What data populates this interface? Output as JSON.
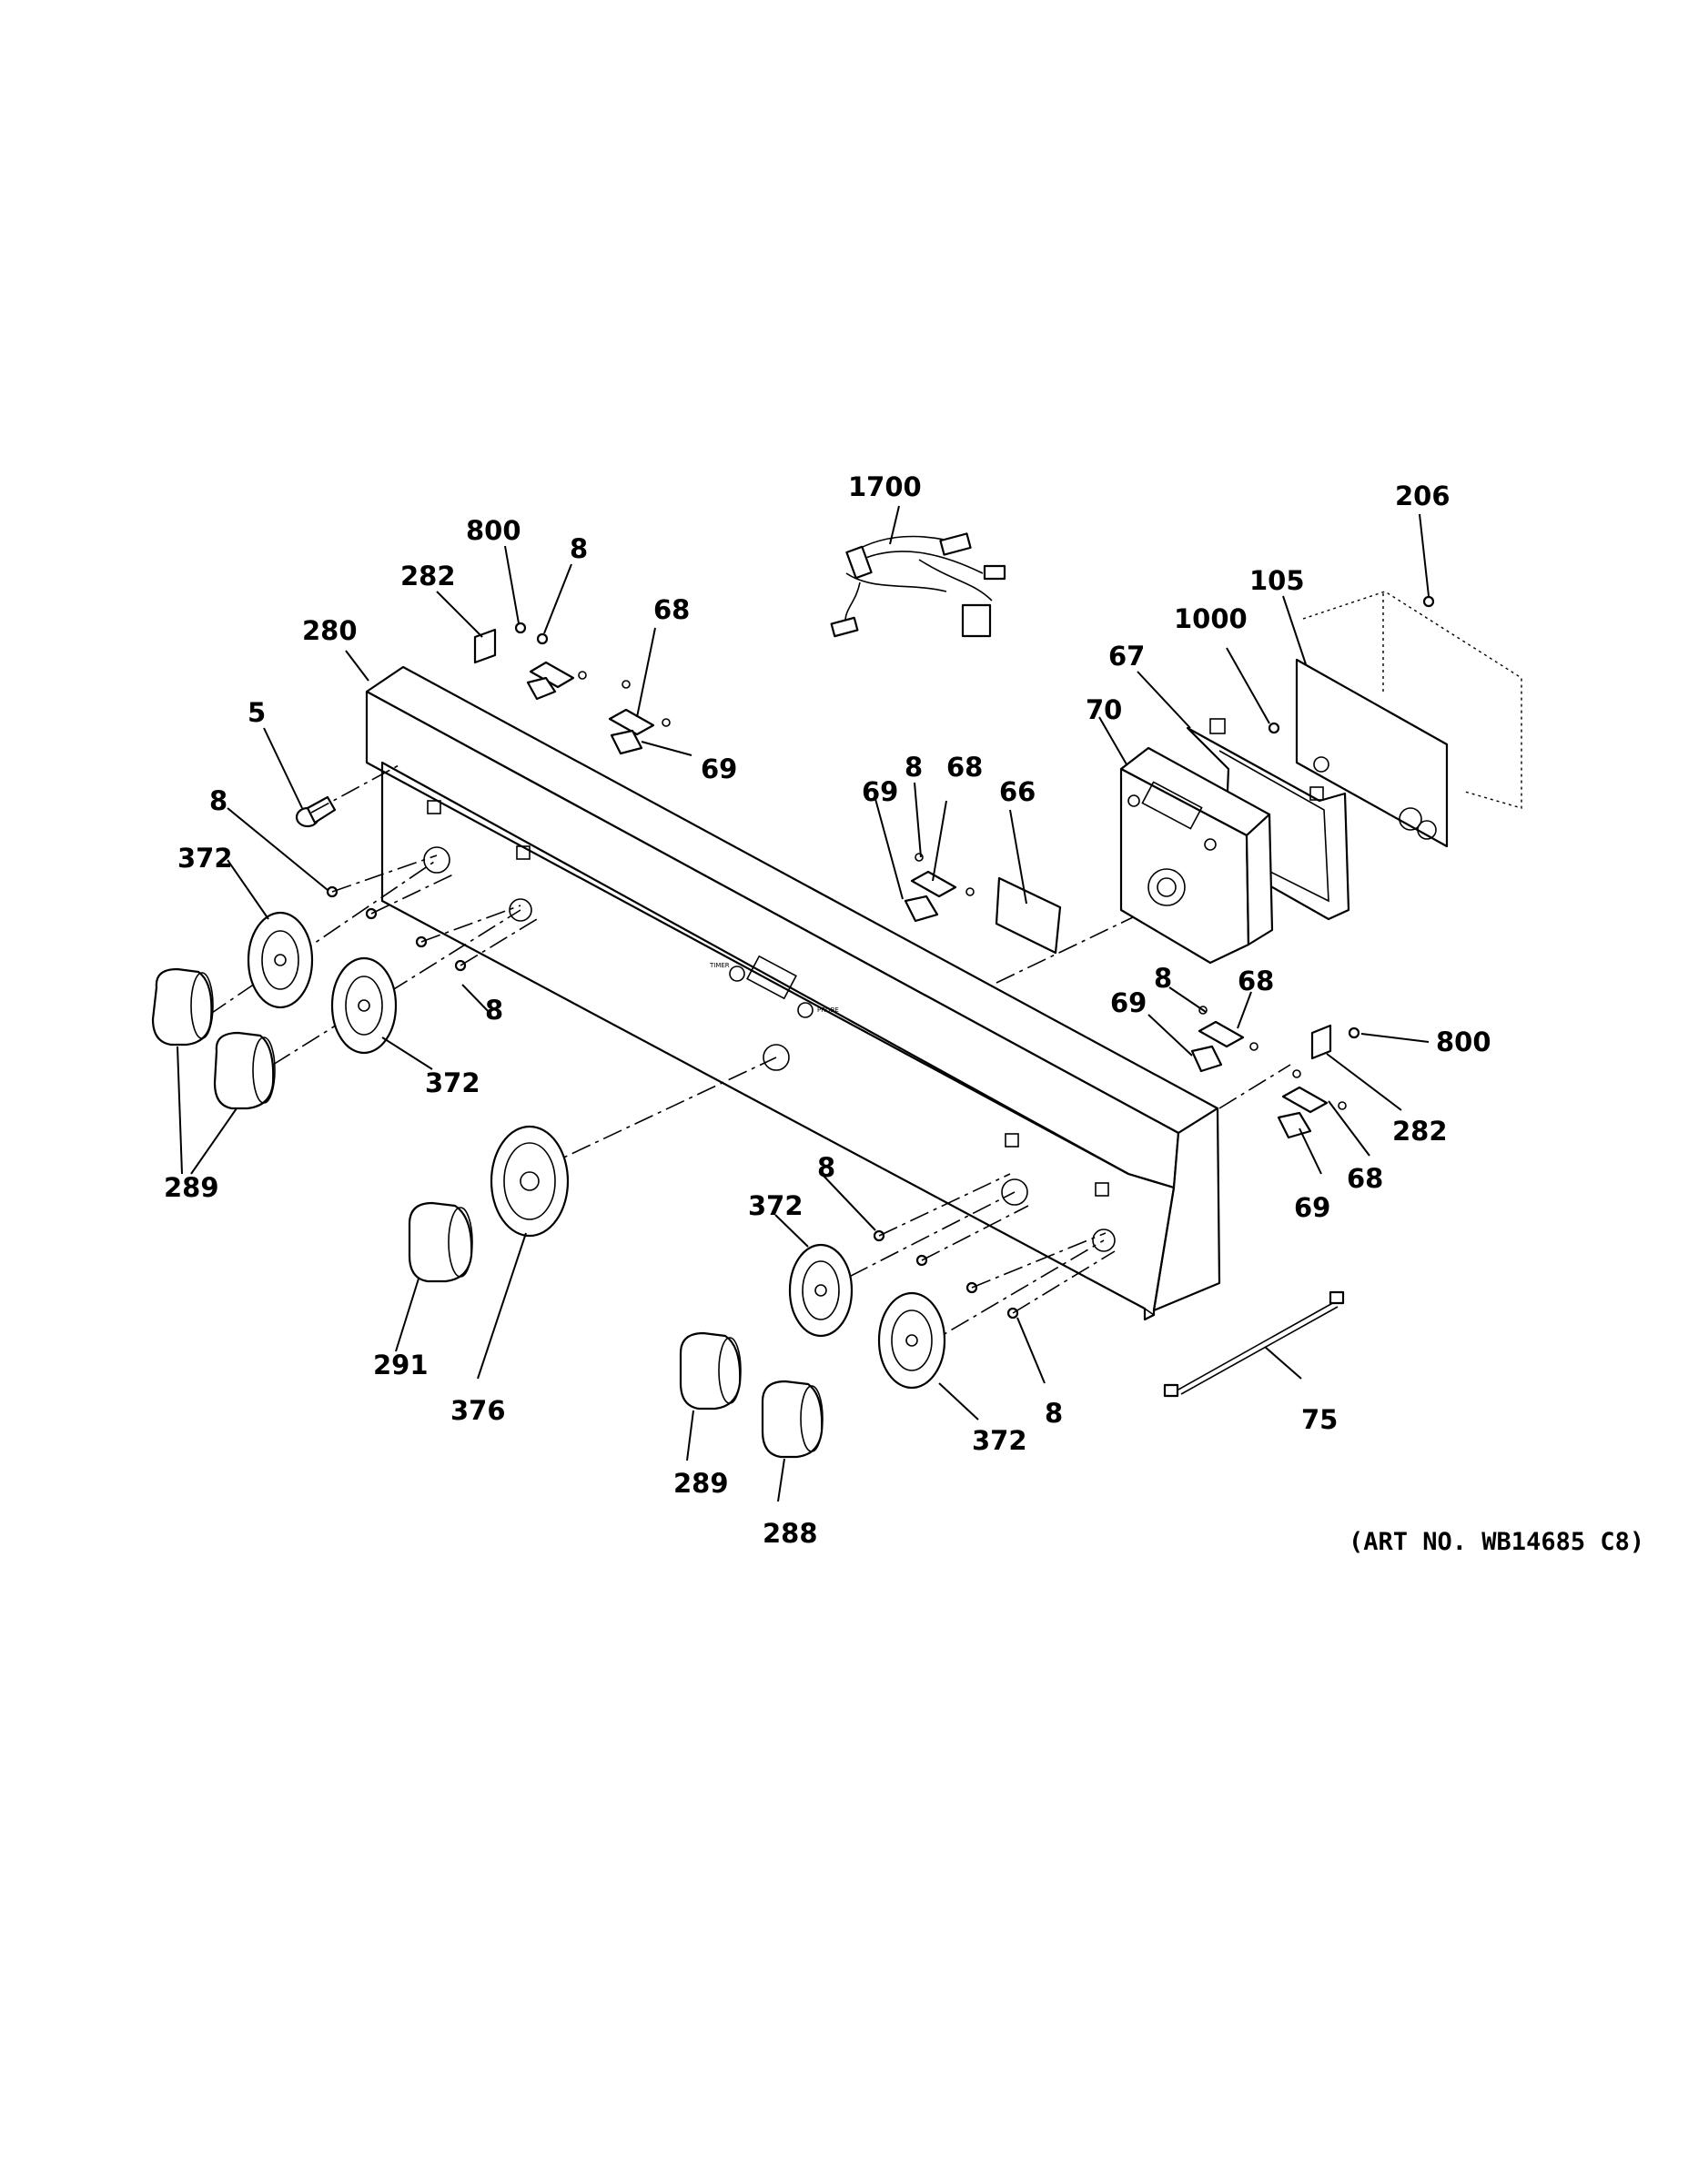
{
  "art_number": "(ART NO. WB14685 C8)",
  "callouts": {
    "c1700": "1700",
    "c206": "206",
    "c800a": "800",
    "c8a": "8",
    "c282a": "282",
    "c68a": "68",
    "c280": "280",
    "c105": "105",
    "c1000": "1000",
    "c67": "67",
    "c70": "70",
    "c5": "5",
    "c69a": "69",
    "c69b": "69",
    "c8b": "8",
    "c68b": "68",
    "c66": "66",
    "c8c": "8",
    "c372a": "372",
    "c8d": "8",
    "c372b": "372",
    "c289a": "289",
    "c8e": "8",
    "c68c": "68",
    "c69c": "69",
    "c800b": "800",
    "c282b": "282",
    "c68d": "68",
    "c69d": "69",
    "c8f": "8",
    "c372c": "372",
    "c291": "291",
    "c376": "376",
    "c8g": "8",
    "c75": "75",
    "c372d": "372",
    "c289b": "289",
    "c288": "288"
  },
  "panel_text": {
    "timer": "TIMER",
    "probe": "PROBE"
  }
}
